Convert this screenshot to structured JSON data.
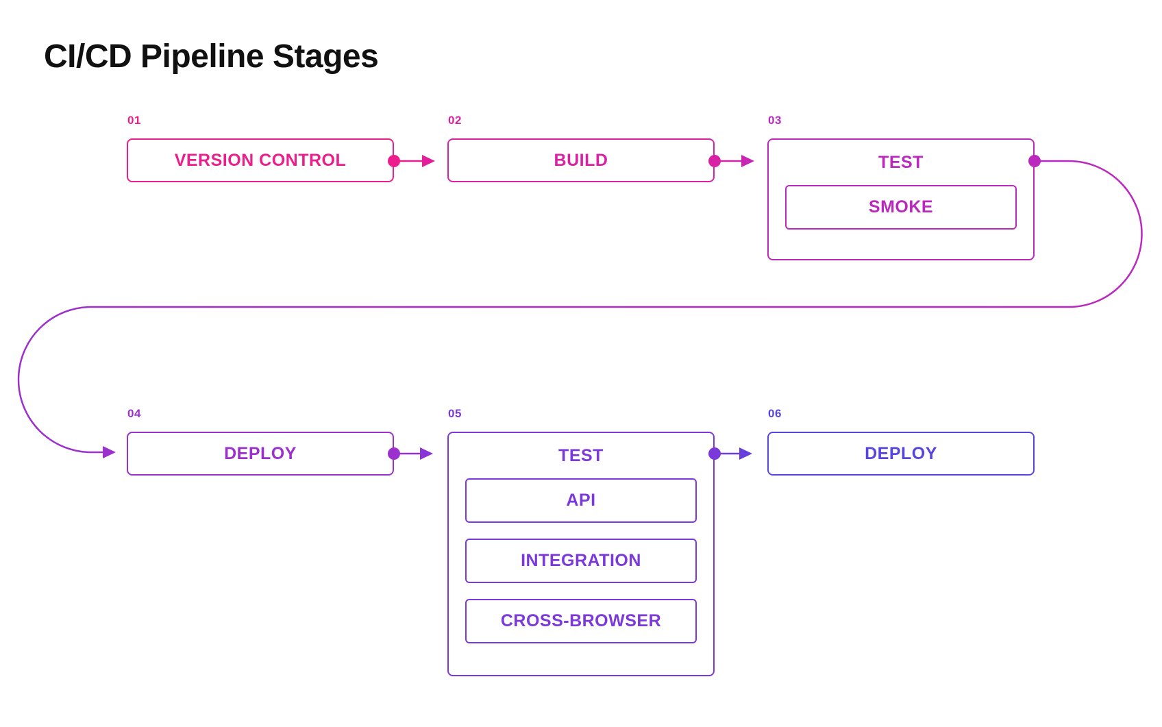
{
  "title": "CI/CD Pipeline Stages",
  "title_color": "#111111",
  "background": "#FFFFFF",
  "stages": [
    {
      "number": "01",
      "label": "VERSION CONTROL",
      "color": "#EB1E8C",
      "substages": []
    },
    {
      "number": "02",
      "label": "BUILD",
      "color": "#D921A3",
      "substages": []
    },
    {
      "number": "03",
      "label": "TEST",
      "color": "#BB28BE",
      "substages": [
        {
          "label": "SMOKE"
        }
      ]
    },
    {
      "number": "04",
      "label": "DEPLOY",
      "color": "#9C30CE",
      "substages": []
    },
    {
      "number": "05",
      "label": "TEST",
      "color": "#7B39DB",
      "substages": [
        {
          "label": "API"
        },
        {
          "label": "INTEGRATION"
        },
        {
          "label": "CROSS-BROWSER"
        }
      ]
    },
    {
      "number": "06",
      "label": "DEPLOY",
      "color": "#5645DE",
      "substages": []
    }
  ],
  "connectors": [
    {
      "from": "01",
      "to": "02",
      "style": "dot-arrow"
    },
    {
      "from": "02",
      "to": "03",
      "style": "dot-arrow"
    },
    {
      "from": "03",
      "to": "04",
      "style": "dot-wrap-around-arrow"
    },
    {
      "from": "04",
      "to": "05",
      "style": "dot-arrow"
    },
    {
      "from": "05",
      "to": "06",
      "style": "dot-arrow"
    }
  ]
}
